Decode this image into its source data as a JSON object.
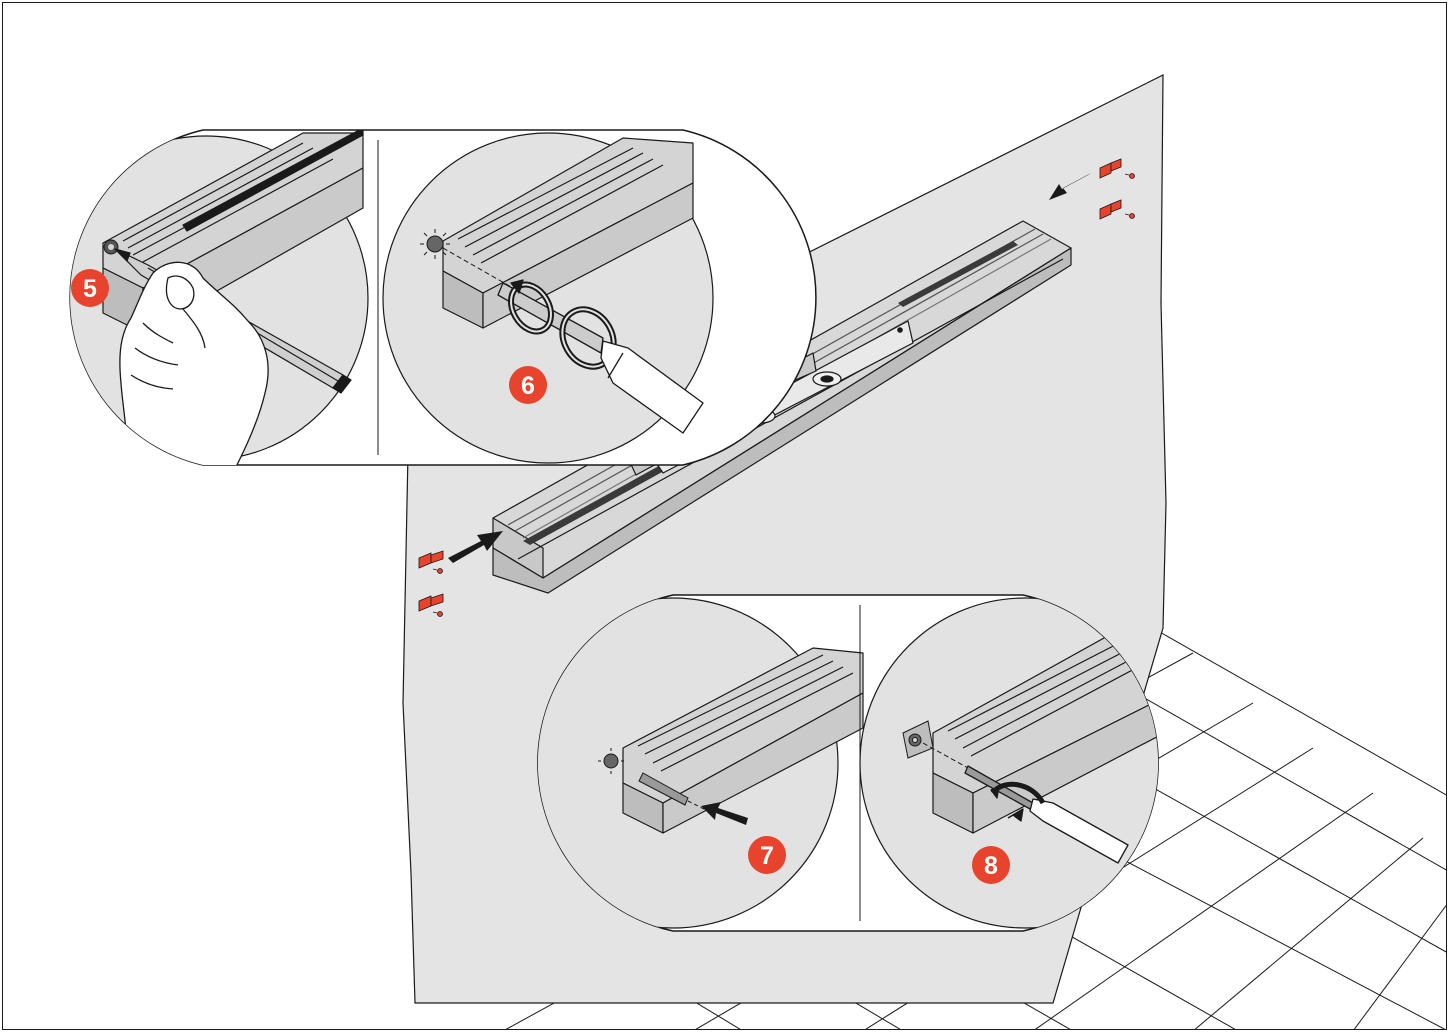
{
  "steps": [
    {
      "number": "5",
      "action": "mark-drill-holes"
    },
    {
      "number": "6",
      "action": "drill-holes"
    },
    {
      "number": "7",
      "action": "insert-plugs"
    },
    {
      "number": "8",
      "action": "screw-fixing"
    }
  ],
  "colors": {
    "wall": "#e4e4e4",
    "detail_bg": "#e2e2e2",
    "rail": "#d6d6d6",
    "rail_dark": "#7a7a7a",
    "line": "#1a1a1a",
    "badge": "#e8432c",
    "bracket": "#e8432c"
  },
  "icons": {
    "pencil": "pencil-icon",
    "drill": "drill-icon",
    "plug": "wall-plug-icon",
    "screwdriver": "screwdriver-icon",
    "bracket": "mounting-bracket-icon",
    "direction_arrow": "arrow-icon"
  }
}
